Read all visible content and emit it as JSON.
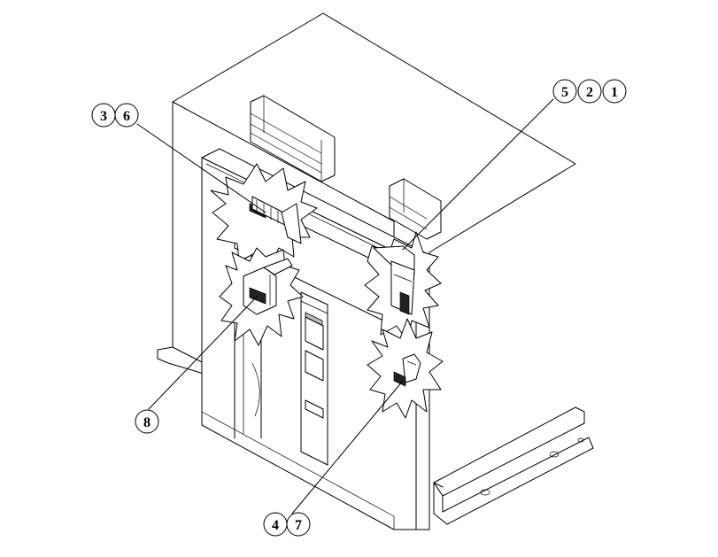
{
  "callouts": {
    "top_left": [
      "3",
      "6"
    ],
    "top_right": [
      "5",
      "2",
      "1"
    ],
    "left": [
      "8"
    ],
    "bottom": [
      "4",
      "7"
    ]
  }
}
